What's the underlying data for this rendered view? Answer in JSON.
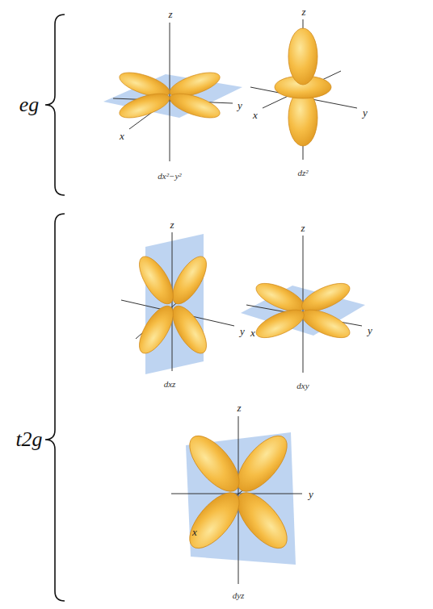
{
  "diagram": {
    "labels": [
      "eg",
      "t2g",
      "z",
      "x",
      "y",
      "dx²−y²",
      "z",
      "x",
      "y",
      "dz²",
      "z",
      "y",
      "dxz",
      "z",
      "x",
      "y",
      "dxy",
      "z",
      "x",
      "y",
      "dyz"
    ]
  }
}
